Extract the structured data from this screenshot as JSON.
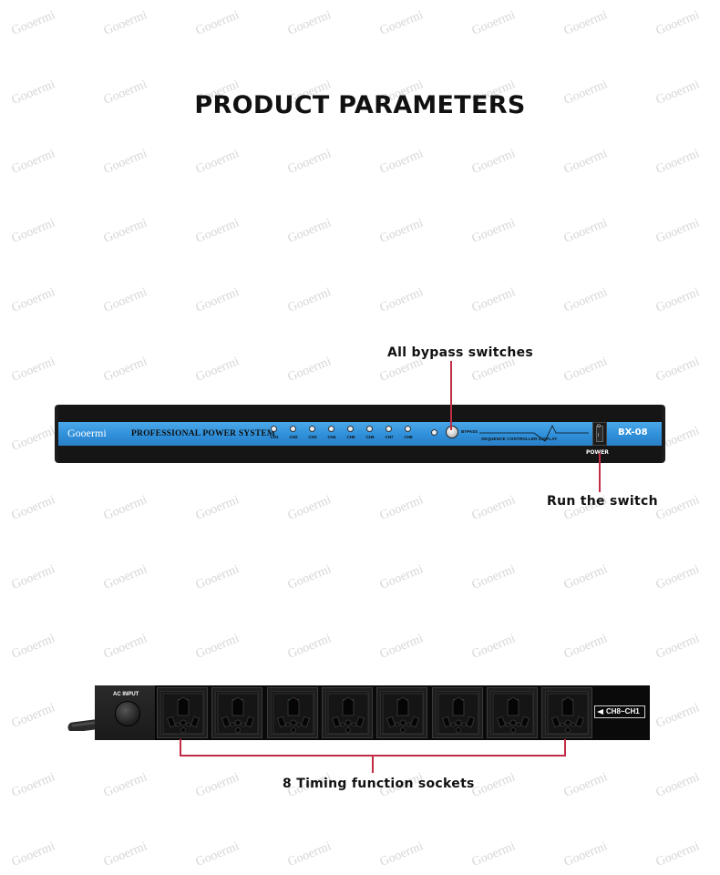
{
  "page": {
    "title": "PRODUCT PARAMETERS",
    "watermark_text": "Gooermi"
  },
  "front_panel": {
    "brand": "Gooermi",
    "product_name": "PROFESSIONAL POWER SYSTEM",
    "channels": [
      "CH1",
      "CH2",
      "CH3",
      "CH4",
      "CH5",
      "CH6",
      "CH7",
      "CH8"
    ],
    "bypass_label": "BYPASS",
    "display_label": "SEQUENCE CONTROLLER DISPLAY",
    "model": "BX-08",
    "power_label": "POWER",
    "switch_marks": {
      "off": "O",
      "on": "I"
    },
    "strip_color": "#2f8fd9"
  },
  "rear_panel": {
    "ac_input_label": "AC INPUT",
    "socket_count": 8,
    "channel_label": "CH8~CH1",
    "socket_accent_color": "#1f7a2a"
  },
  "callouts": {
    "bypass": "All bypass switches",
    "run_switch": "Run the switch",
    "sockets": "8 Timing function sockets",
    "line_color": "#c22d46"
  }
}
